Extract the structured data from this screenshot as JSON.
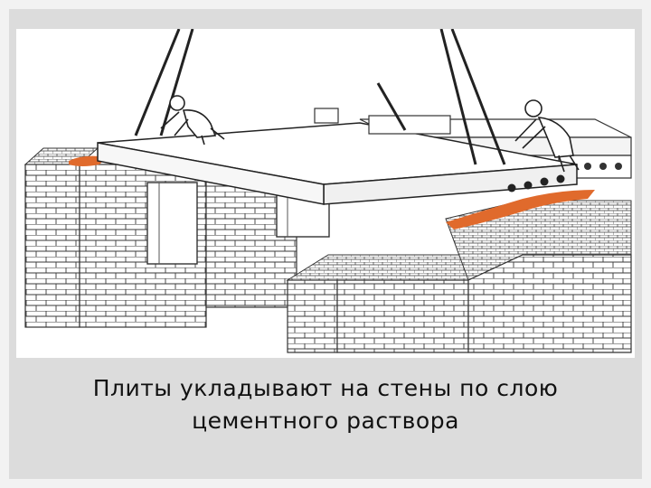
{
  "colors": {
    "slide_background": "#dcdcdc",
    "page_background": "#f2f2f2",
    "mortar": "#e06a2c",
    "line_art": "#333333",
    "caption_text": "#111111"
  },
  "illustration": {
    "subject": "brick-walls-with-hollow-core-slabs-and-workers",
    "elements": [
      "brick-wall",
      "hollow-core-slab",
      "crane-sling",
      "worker",
      "mortar-layer",
      "window-opening"
    ]
  },
  "caption": {
    "line1": "Плиты укладывают на стены по слою",
    "line2": "цементного раствора"
  }
}
